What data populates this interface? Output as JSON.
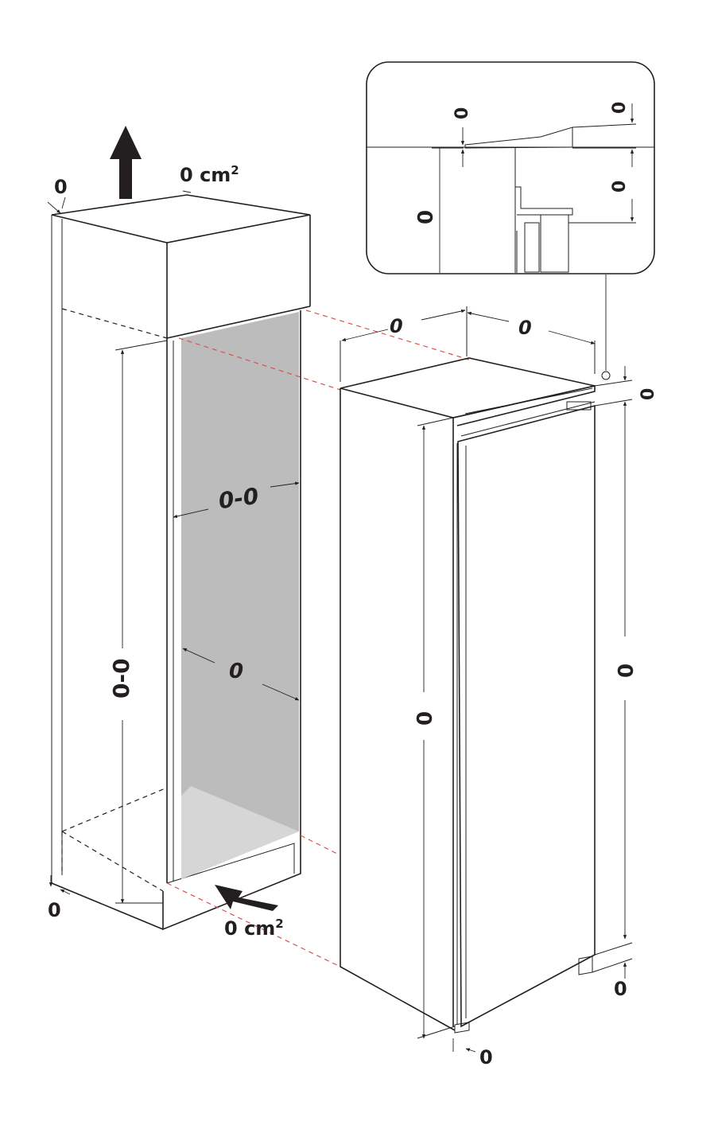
{
  "vent_top": {
    "value": "0",
    "unit": "cm",
    "sup": "2"
  },
  "vent_bottom": {
    "value": "0",
    "unit": "cm",
    "sup": "2"
  },
  "cabinet": {
    "top_gap": "0",
    "bottom_gap": "0",
    "niche_height": "0-0",
    "niche_width": "0-0",
    "niche_depth": "0"
  },
  "appliance": {
    "width": "0",
    "depth": "0",
    "top_offset": "0",
    "door_height": "0",
    "body_height": "0",
    "foot_height": "0",
    "door_bottom_gap": "0"
  },
  "detail": {
    "dim_top_left": "0",
    "dim_top_right": "0",
    "dim_mid_right": "0",
    "dim_left_height": "0"
  },
  "colors": {
    "line": "#231f20",
    "niche_fill": "#bcbcbc",
    "niche_floor": "#d6d6d6",
    "red_dash": "#d9534f"
  }
}
